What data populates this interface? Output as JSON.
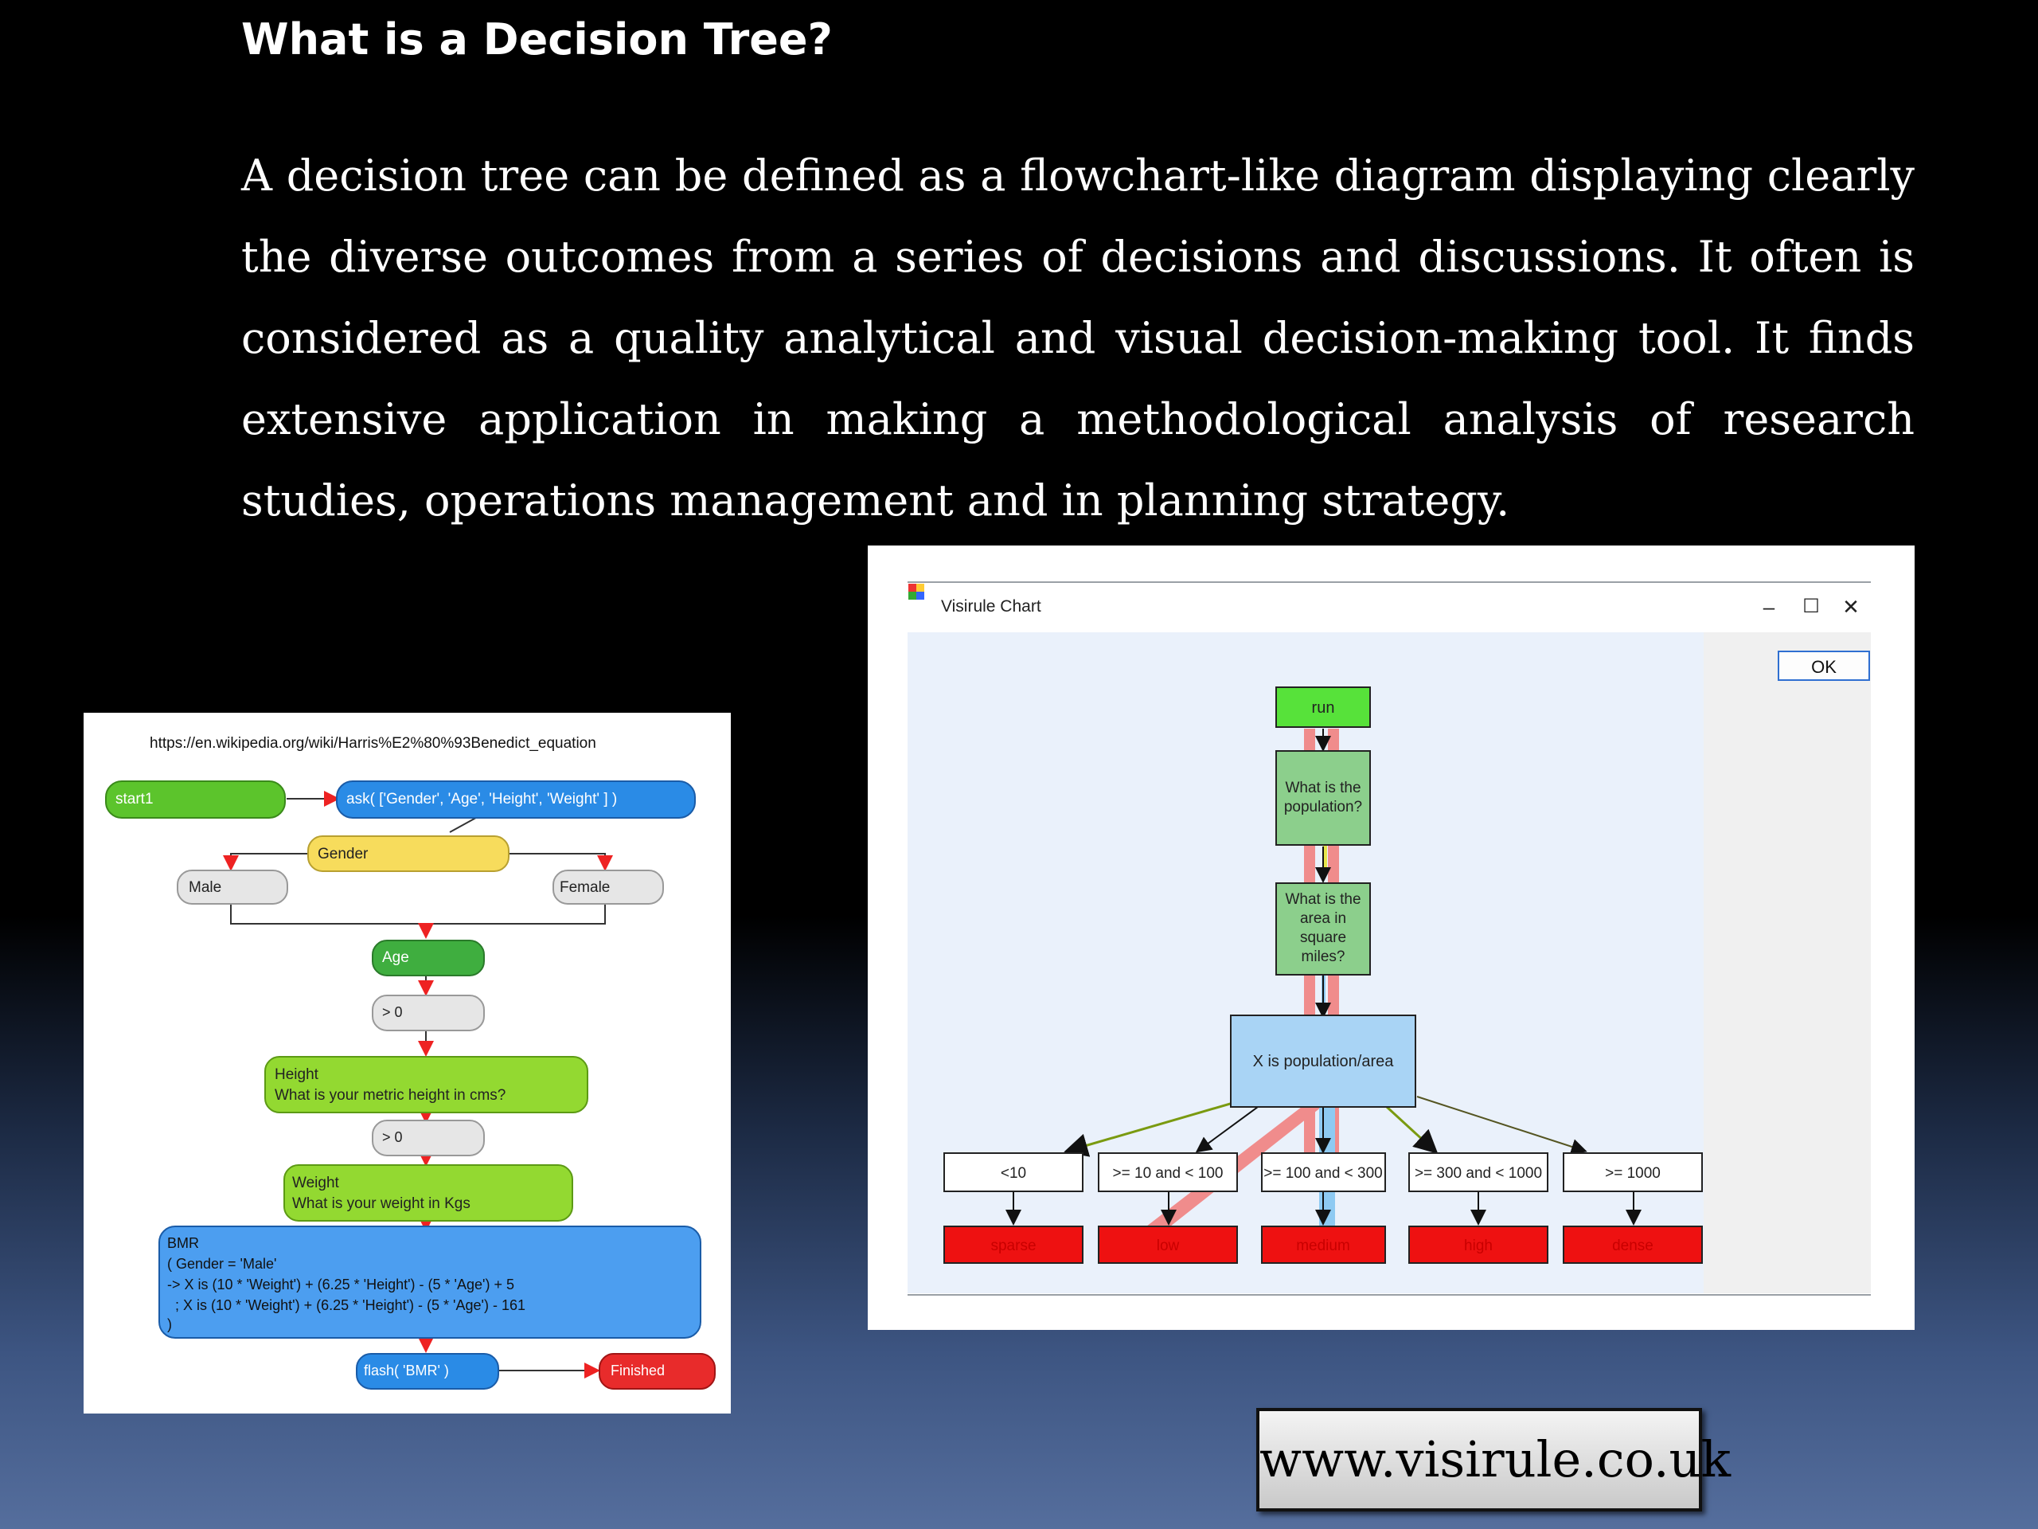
{
  "slide": {
    "title": "What is a Decision Tree?",
    "body": "A decision tree can be defined as a flowchart-like diagram displaying clearly the diverse outcomes from a series of decisions and discussions. It often is considered as a quality analytical and visual decision-making tool. It finds extensive application in making a methodological analysis of research studies, operations management and in planning strategy.",
    "website": "www.visirule.co.uk"
  },
  "left_flowchart": {
    "url": "https://en.wikipedia.org/wiki/Harris%E2%80%93Benedict_equation",
    "start": "start1",
    "ask": "ask( ['Gender', 'Age', 'Height', 'Weight' ] )",
    "gender": "Gender",
    "male": "Male",
    "female": "Female",
    "age": "Age",
    "gt0_a": "> 0",
    "height_line1": "Height",
    "height_line2": "What is your metric height in cms?",
    "gt0_b": "> 0",
    "weight_line1": "Weight",
    "weight_line2": "What is your weight in Kgs",
    "bmr_line1": "BMR",
    "bmr_line2": "( Gender = 'Male'",
    "bmr_line3": "-> X is (10 * 'Weight') + (6.25 * 'Height') - (5 * 'Age') + 5",
    "bmr_line4": "; X is (10 * 'Weight') + (6.25 * 'Height') - (5 * 'Age') - 161",
    "bmr_line5": ")",
    "flash": "flash( 'BMR' )",
    "finished": "Finished",
    "colors": {
      "green": "#5cc42c",
      "blue": "#2a8be6",
      "yellow": "#f7dc5c",
      "grey": "#e6e6e6",
      "lime": "#93d931",
      "red": "#e82b2b"
    }
  },
  "right_window": {
    "title": "Visirule Chart",
    "minimize": "–",
    "maximize": "☐",
    "close": "✕",
    "ok": "OK",
    "run": "run",
    "q1_line1": "What is the",
    "q1_line2": "population?",
    "q2_line1": "What is the",
    "q2_line2": "area in",
    "q2_line3": "square",
    "q2_line4": "miles?",
    "calc": "X is population/area",
    "branches": [
      "<10",
      ">= 10 and < 100",
      ">= 100 and < 300",
      ">= 300 and < 1000",
      ">= 1000"
    ],
    "outcomes": [
      "sparse",
      "low",
      "medium",
      "high",
      "dense"
    ],
    "colors": {
      "run": "#57e23a",
      "question": "#8ccf8c",
      "calc": "#a9d4f5",
      "outcome": "#ee1111",
      "path_red": "#f08c8c",
      "path_blue": "#8ecaf2",
      "path_yellow": "#e6e64a"
    }
  }
}
